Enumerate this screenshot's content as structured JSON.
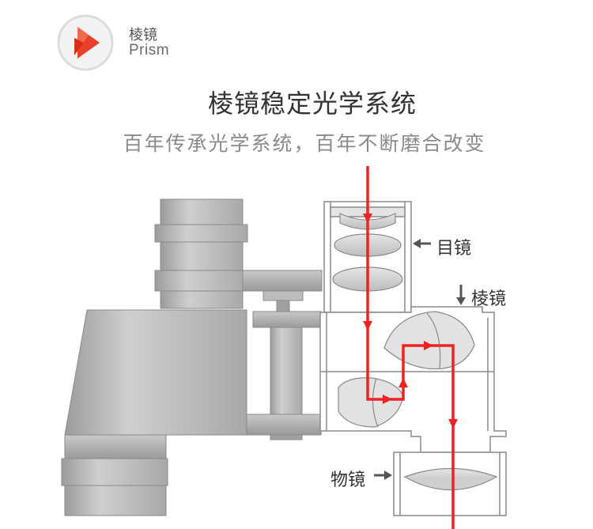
{
  "header": {
    "badge_title": "棱镜",
    "badge_subtitle": "Prism",
    "badge_colors": {
      "ring": "#d9d9d9",
      "fill": "#f0f0f0",
      "play": "#e8402a"
    }
  },
  "title": "棱镜稳定光学系统",
  "subtitle": "百年传承光学系统，百年不断磨合改变",
  "labels": {
    "eyepiece": "目镜",
    "prism": "棱镜",
    "objective": "物镜"
  },
  "colors": {
    "light_path": "#ee2222",
    "body": "#b4b4b4",
    "lens": "#c8c8c8",
    "outline": "#888888"
  }
}
